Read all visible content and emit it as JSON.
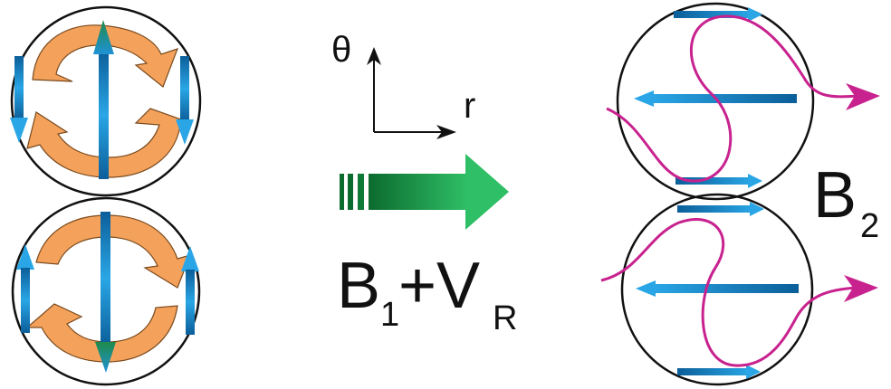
{
  "axes": {
    "vertical_label": "θ",
    "horizontal_label": "r"
  },
  "middle_label": {
    "main": "B",
    "sub1": "1",
    "plus": "+V",
    "sub2": "R"
  },
  "right_label": {
    "main": "B",
    "sub": "2"
  },
  "colors": {
    "circle": "#111111",
    "orange": "#f4a25b",
    "orange_outline": "#7a4a1e",
    "blue": "#1f92d6",
    "blue_dark": "#0b5e99",
    "green": "#15a04a",
    "green_dark": "#0c6b2f",
    "magenta": "#c8228f"
  }
}
